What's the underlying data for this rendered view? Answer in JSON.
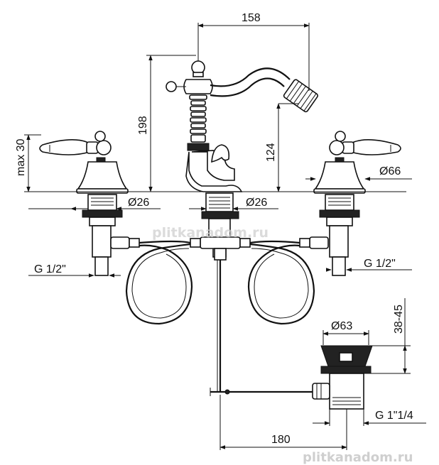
{
  "dimensions": {
    "spout_reach": "158",
    "spout_height": "198",
    "aerator_height": "124",
    "handle_max": "max 30",
    "left_diameter": "Ø26",
    "center_diameter": "Ø26",
    "right_diameter": "Ø66",
    "left_thread": "G 1/2\"",
    "right_thread": "G 1/2\"",
    "drain_diameter": "Ø63",
    "drain_height": "38-45",
    "drain_thread": "G 1\"1/4",
    "rod_length": "180"
  },
  "watermarks": {
    "center": "plitkanadom.ru",
    "bottom": "plitkanadom.ru"
  },
  "colors": {
    "line": "#111111",
    "watermark": "#cfcfcf",
    "background": "#ffffff"
  }
}
